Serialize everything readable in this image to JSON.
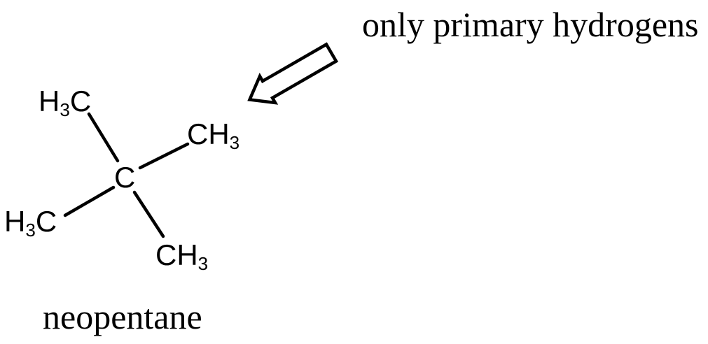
{
  "colors": {
    "ink": "#000000",
    "background": "#ffffff"
  },
  "annotation": {
    "text": "only primary hydrogens"
  },
  "molecule": {
    "name": "neopentane",
    "central_atom": "C",
    "groups": {
      "top_left": {
        "part1": "H",
        "sub": "3",
        "part2": "C"
      },
      "upper_right": {
        "part1": "CH",
        "sub": "3"
      },
      "lower_left": {
        "part1": "H",
        "sub": "3",
        "part2": "C"
      },
      "bottom": {
        "part1": "CH",
        "sub": "3"
      }
    }
  }
}
